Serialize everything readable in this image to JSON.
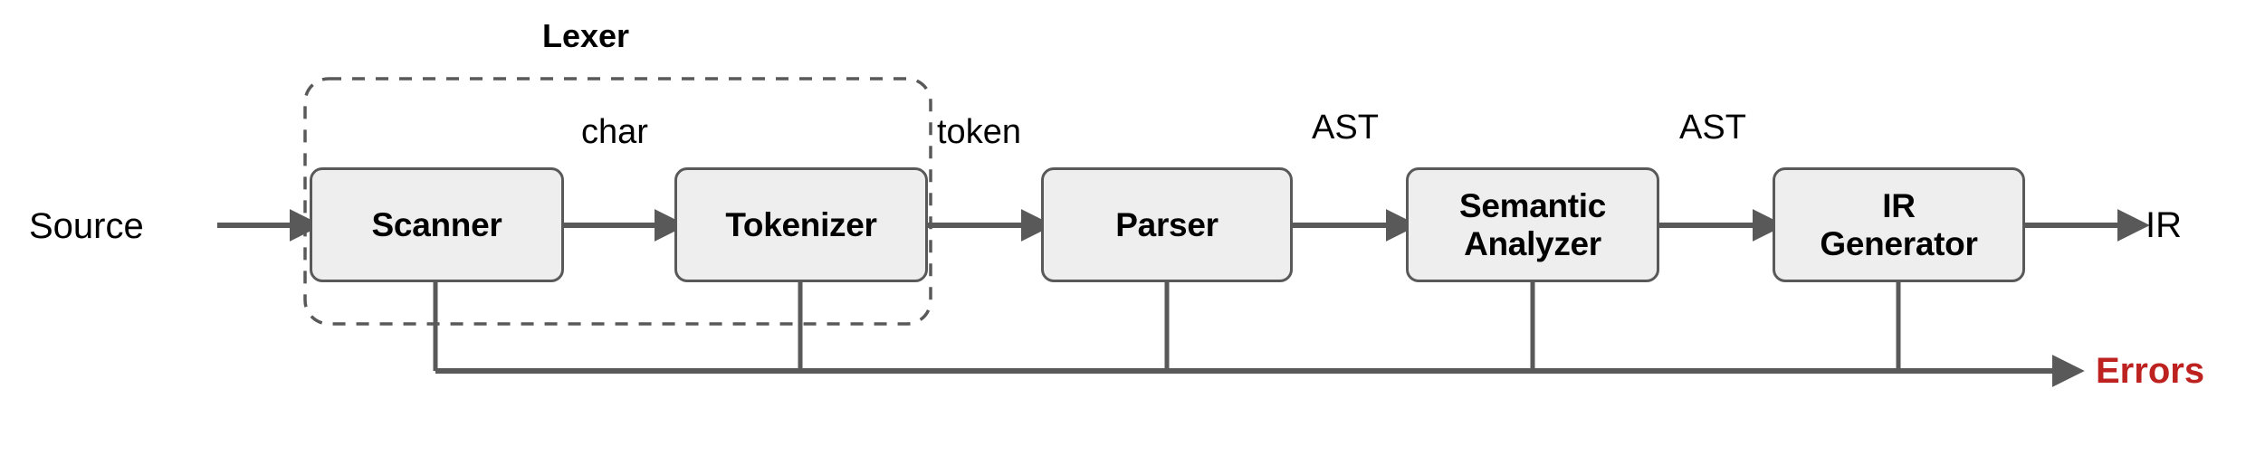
{
  "diagram": {
    "title_visible": false,
    "colors": {
      "node_fill": "#EEEEEE",
      "node_stroke": "#595959",
      "edge_stroke": "#595959",
      "group_stroke": "#595959",
      "text": "#000000",
      "error_text": "#BE2220",
      "background": "#FFFFFF"
    },
    "group": {
      "name": "lexer-group",
      "label": "Lexer",
      "style": "dashed",
      "contains": [
        "Scanner",
        "Tokenizer"
      ]
    },
    "nodes": [
      {
        "id": "scanner",
        "label": "Scanner"
      },
      {
        "id": "tokenizer",
        "label": "Tokenizer"
      },
      {
        "id": "parser",
        "label": "Parser"
      },
      {
        "id": "semantic",
        "label": "Semantic\nAnalyzer"
      },
      {
        "id": "irgen",
        "label": "IR\nGenerator"
      }
    ],
    "io": {
      "input_label": "Source",
      "output_label": "IR",
      "error_label": "Errors"
    },
    "edge_labels": [
      {
        "id": "char-label",
        "label": "char"
      },
      {
        "id": "token-label",
        "label": "token"
      },
      {
        "id": "ast-label-1",
        "label": "AST"
      },
      {
        "id": "ast-label-2",
        "label": "AST"
      }
    ],
    "edges": [
      {
        "from": "Source",
        "to": "Scanner",
        "label": ""
      },
      {
        "from": "Scanner",
        "to": "Tokenizer",
        "label": "char"
      },
      {
        "from": "Tokenizer",
        "to": "Parser",
        "label": "token"
      },
      {
        "from": "Parser",
        "to": "Semantic Analyzer",
        "label": "AST"
      },
      {
        "from": "Semantic Analyzer",
        "to": "IR Generator",
        "label": "AST"
      },
      {
        "from": "IR Generator",
        "to": "IR",
        "label": ""
      },
      {
        "from": "Scanner",
        "to": "Errors",
        "label": ""
      },
      {
        "from": "Tokenizer",
        "to": "Errors",
        "label": ""
      },
      {
        "from": "Parser",
        "to": "Errors",
        "label": ""
      },
      {
        "from": "Semantic Analyzer",
        "to": "Errors",
        "label": ""
      },
      {
        "from": "IR Generator",
        "to": "Errors",
        "label": ""
      }
    ]
  }
}
